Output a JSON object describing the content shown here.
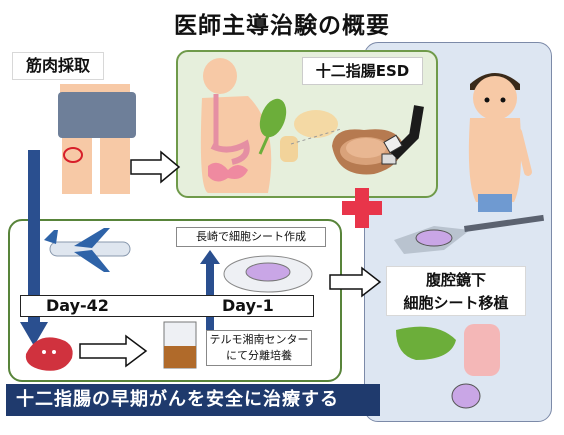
{
  "title": "医師主導治験の概要",
  "labels": {
    "muscle_harvest": "筋肉採取",
    "esd": "十二指腸ESD",
    "day_minus42": "Day-42",
    "day_minus1": "Day-1",
    "nagasaki": "長崎で細胞シート作成",
    "terumo_line1": "テルモ湘南センター",
    "terumo_line2": "にて分離培養",
    "laparoscopic_line1": "腹腔鏡下",
    "laparoscopic_line2": "細胞シート移植"
  },
  "footer": "十二指腸の早期がんを安全に治療する",
  "colors": {
    "accent_blue": "#1f3a6d",
    "panel_green": "#e6efdc",
    "panel_blue": "#dde6f2",
    "red_cross": "#e8354a"
  }
}
